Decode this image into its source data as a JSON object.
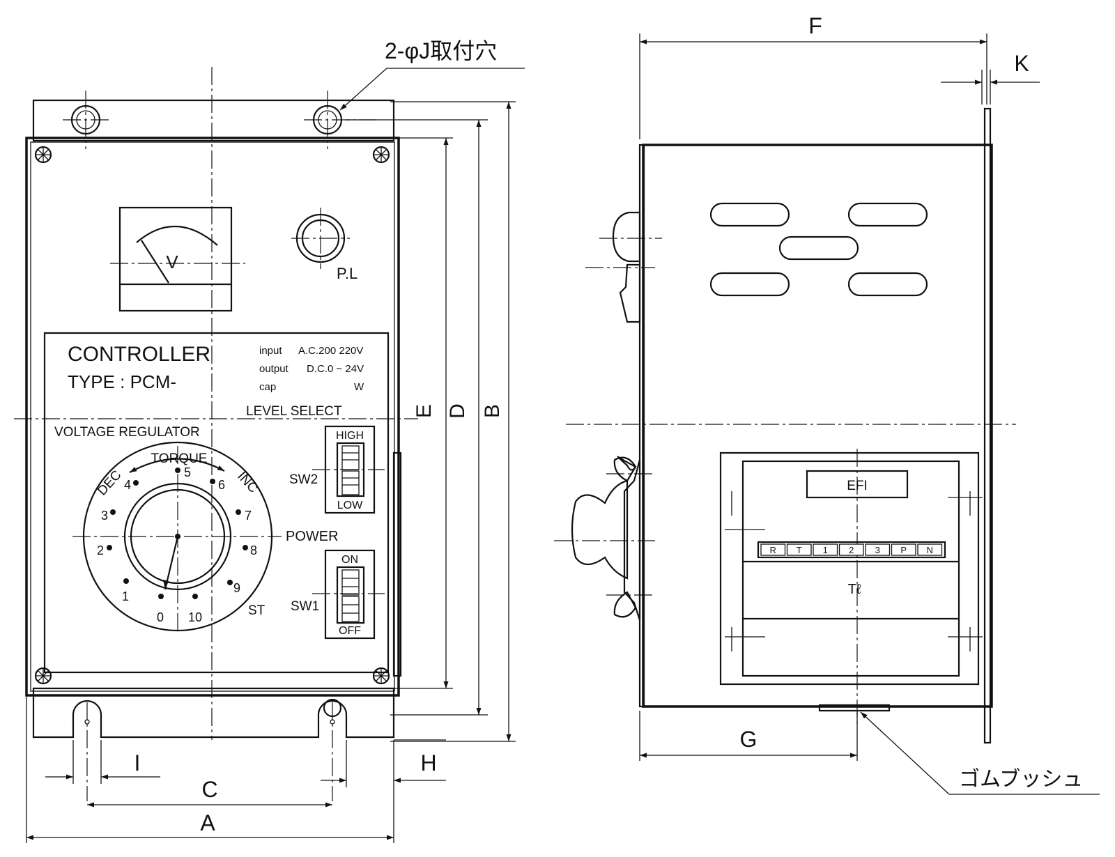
{
  "dims": {
    "A": "A",
    "B": "B",
    "C": "C",
    "D": "D",
    "E": "E",
    "F": "F",
    "G": "G",
    "H": "H",
    "I": "I",
    "K": "K"
  },
  "callouts": {
    "mount_holes": "2-φJ取付穴",
    "rubber_bushing": "ゴムブッシュ"
  },
  "front": {
    "meter_label": "V",
    "pilot_lamp": "P.L",
    "title": "CONTROLLER",
    "type": "TYPE : PCM-",
    "spec_input_label": "input",
    "spec_input_value": "A.C.200  220V",
    "spec_output_label": "output",
    "spec_output_value": "D.C.0 ~ 24V",
    "spec_cap_label": "cap",
    "spec_cap_value": "W",
    "level_select": "LEVEL SELECT",
    "voltage_regulator": "VOLTAGE REGULATOR",
    "torque": "TORQUE",
    "dec": "DEC",
    "inc": "INC",
    "dial_numbers": [
      "0",
      "1",
      "2",
      "3",
      "4",
      "5",
      "6",
      "7",
      "8",
      "9",
      "10"
    ],
    "st": "ST",
    "power": "POWER",
    "sw2": "SW2",
    "sw2_high": "HIGH",
    "sw2_low": "LOW",
    "sw1": "SW1",
    "sw1_on": "ON",
    "sw1_off": "OFF"
  },
  "side": {
    "unit_label": "EFI",
    "terminals": [
      "R",
      "T",
      "1",
      "2",
      "3",
      "P",
      "N"
    ],
    "terminal_cover": "Tℓ"
  }
}
